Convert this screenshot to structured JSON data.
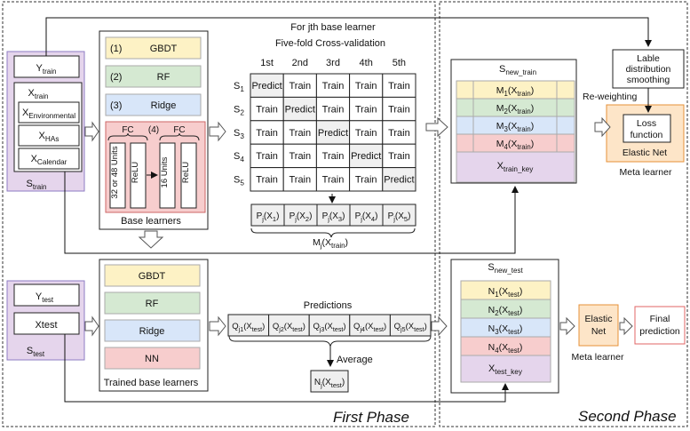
{
  "phases": {
    "first": "First Phase",
    "second": "Second Phase"
  },
  "train_input": {
    "y": "Y",
    "y_sub": "train",
    "x": "X",
    "x_sub": "train",
    "features": [
      {
        "base": "X",
        "sub": "Environmental"
      },
      {
        "base": "X",
        "sub": "HAs"
      },
      {
        "base": "X",
        "sub": "Calendar"
      }
    ],
    "s": "S",
    "s_sub": "train"
  },
  "base_learners": {
    "caption": "Base learners",
    "models": [
      {
        "num": "(1)",
        "name": "GBDT",
        "color": "#fdf2c5"
      },
      {
        "num": "(2)",
        "name": "RF",
        "color": "#d5e9d2"
      },
      {
        "num": "(3)",
        "name": "Ridge",
        "color": "#d8e6f9"
      }
    ],
    "nn": {
      "color": "#f7cdcd",
      "fc_label_1": "FC",
      "fc_label_2": "FC",
      "num": "(4)",
      "layer1": "32 or 48 Units",
      "relu1": "ReLU",
      "layer2": "16 Units",
      "relu2": "ReLU"
    }
  },
  "cv": {
    "title": "For jth base learner",
    "subtitle": "Five-fold Cross-validation",
    "columns": [
      "1st",
      "2nd",
      "3rd",
      "4th",
      "5th"
    ],
    "rows": [
      {
        "label": "S",
        "sub": "1",
        "cells": [
          "Predict",
          "Train",
          "Train",
          "Train",
          "Train"
        ]
      },
      {
        "label": "S",
        "sub": "2",
        "cells": [
          "Train",
          "Predict",
          "Train",
          "Train",
          "Train"
        ]
      },
      {
        "label": "S",
        "sub": "3",
        "cells": [
          "Train",
          "Train",
          "Predict",
          "Train",
          "Train"
        ]
      },
      {
        "label": "S",
        "sub": "4",
        "cells": [
          "Train",
          "Train",
          "Train",
          "Predict",
          "Train"
        ]
      },
      {
        "label": "S",
        "sub": "5",
        "cells": [
          "Train",
          "Train",
          "Train",
          "Train",
          "Predict"
        ]
      }
    ],
    "outputs": [
      {
        "a": "P",
        "b": "j",
        "c": "(X",
        "d": "1",
        "e": ")"
      },
      {
        "a": "P",
        "b": "j",
        "c": "(X",
        "d": "2",
        "e": ")"
      },
      {
        "a": "P",
        "b": "j",
        "c": "(X",
        "d": "3",
        "e": ")"
      },
      {
        "a": "P",
        "b": "j",
        "c": "(X",
        "d": "4",
        "e": ")"
      },
      {
        "a": "P",
        "b": "j",
        "c": "(X",
        "d": "5",
        "e": ")"
      }
    ],
    "combined": {
      "a": "M",
      "b": "j",
      "c": "(X",
      "d": "train",
      "e": ")"
    }
  },
  "snew_train": {
    "title": "S",
    "title_sub": "new_train",
    "items": [
      {
        "a": "M",
        "b": "1",
        "c": "(X",
        "d": "train",
        "e": ")",
        "color": "#fdf2c5"
      },
      {
        "a": "M",
        "b": "2",
        "c": "(X",
        "d": "train",
        "e": ")",
        "color": "#d5e9d2"
      },
      {
        "a": "M",
        "b": "3",
        "c": "(X",
        "d": "train",
        "e": ")",
        "color": "#d8e6f9"
      },
      {
        "a": "M",
        "b": "4",
        "c": "(X",
        "d": "train",
        "e": ")",
        "color": "#f7cdcd"
      }
    ],
    "key": {
      "a": "X",
      "d": "train_key",
      "color": "#e5d5ec"
    }
  },
  "meta_train": {
    "smoothing": "Lable distribution smoothing",
    "smoothing_line1": "Lable",
    "smoothing_line2": "distribution",
    "smoothing_line3": "smoothing",
    "reweighting": "Re-weighting",
    "loss_line1": "Loss",
    "loss_line2": "function",
    "model": "Elastic Net",
    "caption": "Meta learner",
    "color": "#fde5c8"
  },
  "test_input": {
    "y": "Y",
    "y_sub": "test",
    "x": "Xtest",
    "s": "S",
    "s_sub": "test"
  },
  "trained_learners": {
    "caption": "Trained base learners",
    "models": [
      {
        "name": "GBDT",
        "color": "#fdf2c5"
      },
      {
        "name": "RF",
        "color": "#d5e9d2"
      },
      {
        "name": "Ridge",
        "color": "#d8e6f9"
      },
      {
        "name": "NN",
        "color": "#f7cdcd"
      }
    ]
  },
  "predictions": {
    "title": "Predictions",
    "cells": [
      {
        "a": "Q",
        "b": "j1",
        "c": "(X",
        "d": "test",
        "e": ")"
      },
      {
        "a": "Q",
        "b": "j2",
        "c": "(X",
        "d": "test",
        "e": ")"
      },
      {
        "a": "Q",
        "b": "j3",
        "c": "(X",
        "d": "test",
        "e": ")"
      },
      {
        "a": "Q",
        "b": "j4",
        "c": "(X",
        "d": "test",
        "e": ")"
      },
      {
        "a": "Q",
        "b": "j5",
        "c": "(X",
        "d": "test",
        "e": ")"
      }
    ],
    "average": "Average",
    "result": {
      "a": "N",
      "b": "j",
      "c": "(X",
      "d": "test",
      "e": ")"
    }
  },
  "snew_test": {
    "title": "S",
    "title_sub": "new_test",
    "items": [
      {
        "a": "N",
        "b": "1",
        "c": "(X",
        "d": "test",
        "e": ")",
        "color": "#fdf2c5"
      },
      {
        "a": "N",
        "b": "2",
        "c": "(X",
        "d": "test",
        "e": ")",
        "color": "#d5e9d2"
      },
      {
        "a": "N",
        "b": "3",
        "c": "(X",
        "d": "test",
        "e": ")",
        "color": "#d8e6f9"
      },
      {
        "a": "N",
        "b": "4",
        "c": "(X",
        "d": "test",
        "e": ")",
        "color": "#f7cdcd"
      }
    ],
    "key": {
      "a": "X",
      "d": "test_key",
      "color": "#e5d5ec"
    }
  },
  "meta_test": {
    "model_line1": "Elastic",
    "model_line2": "Net",
    "caption": "Meta learner",
    "final_line1": "Final",
    "final_line2": "prediction",
    "color": "#fde5c8",
    "final_border": "#e06666"
  }
}
